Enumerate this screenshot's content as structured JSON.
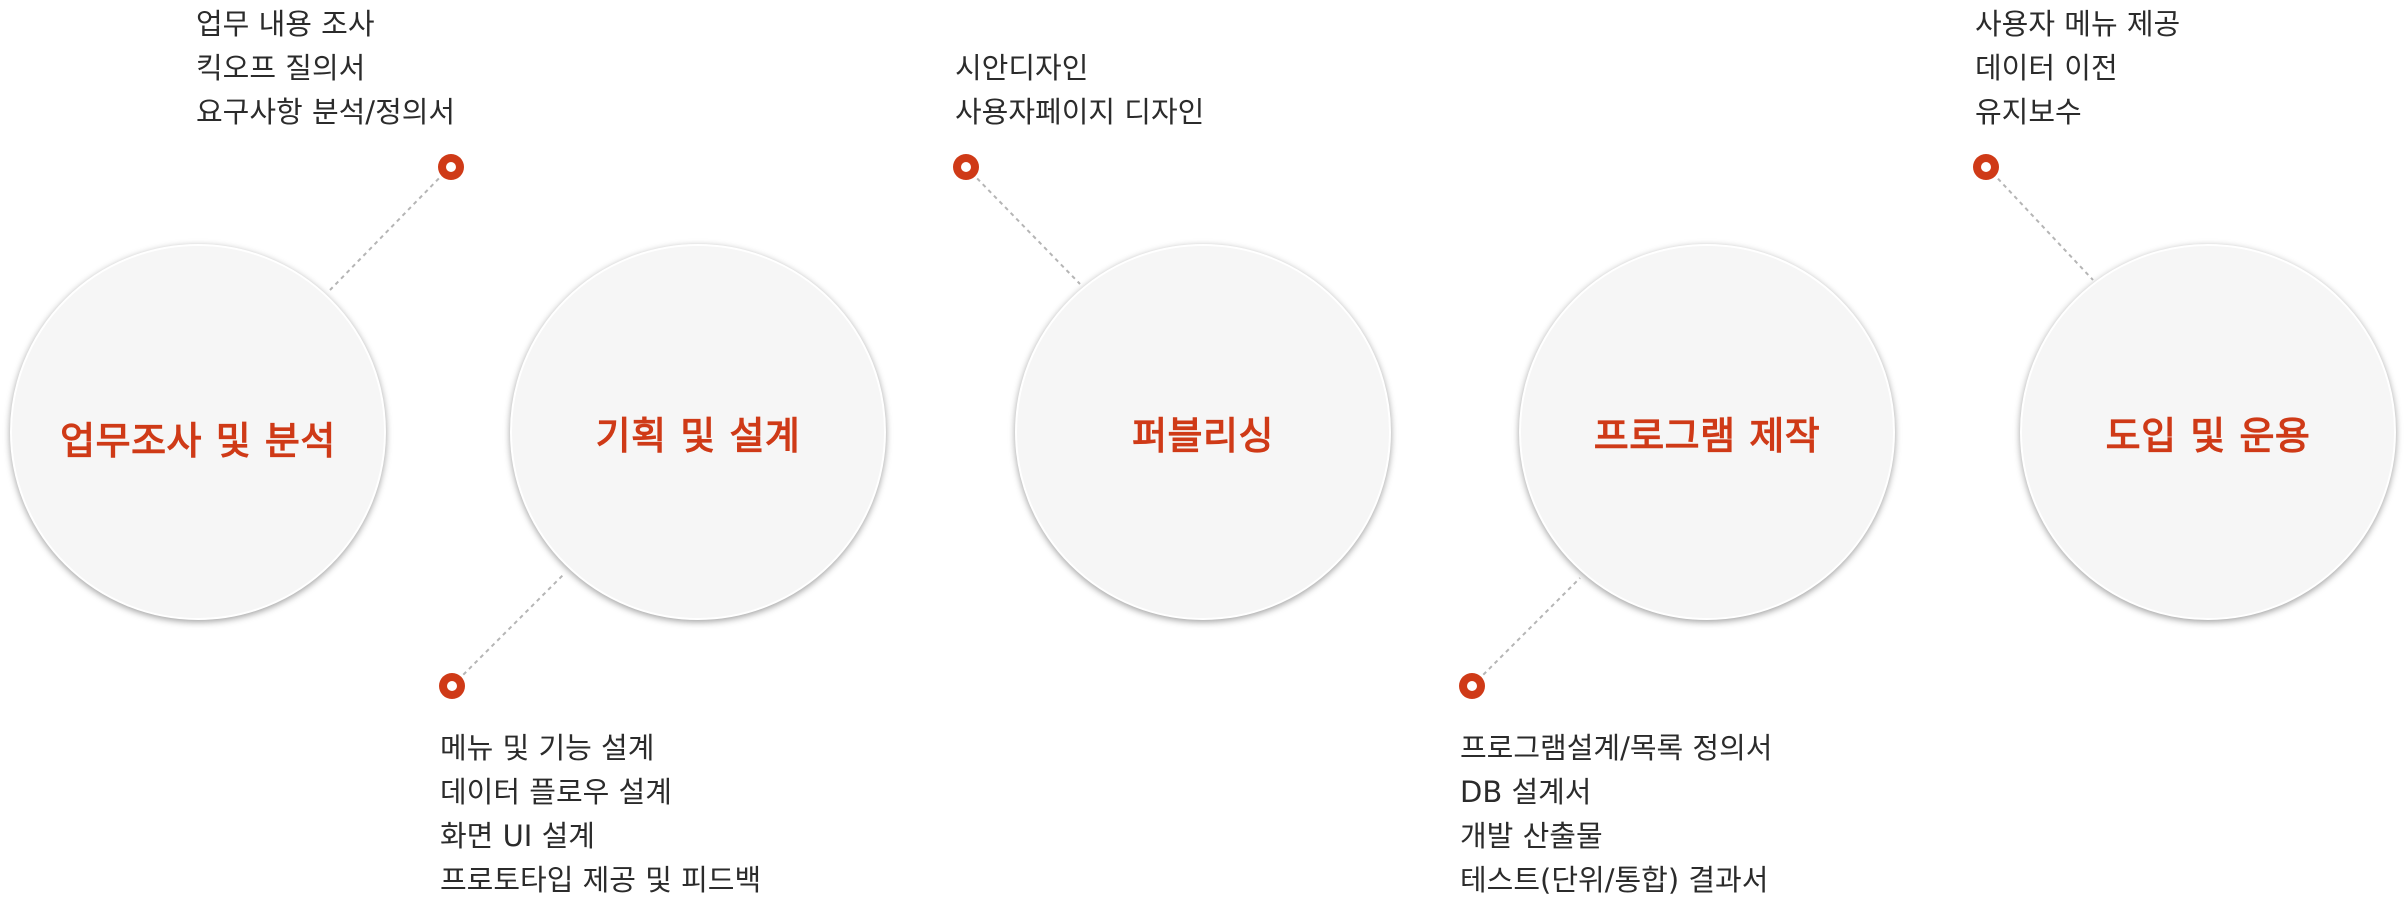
{
  "colors": {
    "accent": "#cf3a17",
    "circle_fill": "#f6f6f6",
    "text": "#2b2b2b",
    "connector": "#b5b5b5"
  },
  "steps": [
    {
      "title": "업무조사 및 분석",
      "notes": [
        "업무 내용 조사",
        "킥오프 질의서",
        "요구사항 분석/정의서"
      ]
    },
    {
      "title": "기획 및 설계",
      "notes": [
        "메뉴 및 기능 설계",
        "데이터 플로우 설계",
        "화면 UI 설계",
        "프로토타입 제공 및 피드백"
      ]
    },
    {
      "title": "퍼블리싱",
      "notes": [
        "시안디자인",
        "사용자페이지 디자인"
      ]
    },
    {
      "title": "프로그램 제작",
      "notes": [
        "프로그램설계/목록 정의서",
        "DB 설계서",
        "개발 산출물",
        "테스트(단위/통합) 결과서"
      ]
    },
    {
      "title": "도입 및 운용",
      "notes": [
        "사용자 메뉴 제공",
        "데이터 이전",
        "유지보수"
      ]
    }
  ]
}
